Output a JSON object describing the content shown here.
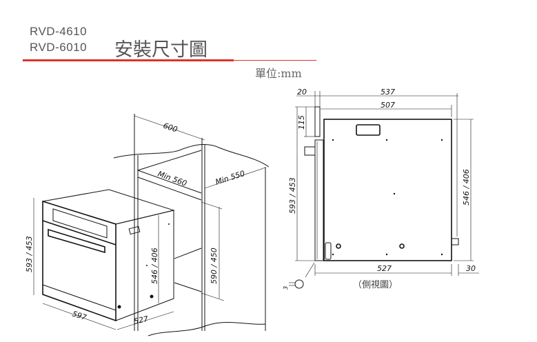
{
  "header": {
    "models": [
      "RVD-4610",
      "RVD-6010"
    ],
    "title": "安裝尺寸圖",
    "unit": "單位:mm",
    "accent_color": "#d9342b"
  },
  "iso_view": {
    "cabinet_width": "600",
    "min_width": "Min 560",
    "min_depth": "Min 550",
    "cabinet_height": "590 / 450",
    "oven_height": "593 / 453",
    "oven_side_height": "546 / 406",
    "oven_width": "597",
    "oven_depth": "527"
  },
  "side_view": {
    "panel_thickness": "20",
    "total_depth": "537",
    "body_top_depth": "507",
    "panel_height": "115",
    "front_height": "593 / 453",
    "body_height": "546 / 406",
    "body_depth": "527",
    "rear_protrusion": "30",
    "detail_gap": "3",
    "caption": "（側視圖）"
  }
}
